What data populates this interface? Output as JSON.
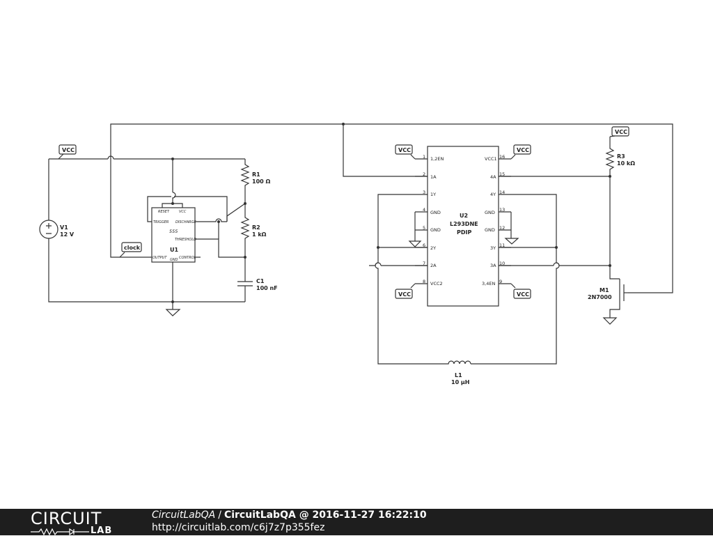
{
  "circuit": {
    "vcc_label": "VCC",
    "clock_label": "clock",
    "v1": {
      "name": "V1",
      "value": "12 V"
    },
    "r1": {
      "name": "R1",
      "value": "100 Ω"
    },
    "r2": {
      "name": "R2",
      "value": "1 kΩ"
    },
    "c1": {
      "name": "C1",
      "value": "100 nF"
    },
    "r3": {
      "name": "R3",
      "value": "10 kΩ"
    },
    "l1": {
      "name": "L1",
      "value": "10 µH"
    },
    "m1": {
      "name": "M1",
      "value": "2N7000"
    },
    "u1": {
      "name": "U1",
      "part": "555",
      "pins": {
        "reset": "RESET",
        "vcc": "VCC",
        "trigger": "TRIGGER",
        "discharge": "DISCHARGE",
        "threshold": "THRESHOLD",
        "output": "OUTPUT",
        "gnd": "GND",
        "control": "CONTROL"
      }
    },
    "u2": {
      "name": "U2",
      "part": "L293DNE",
      "package": "PDIP",
      "left_pins": [
        {
          "num": "1",
          "name": "1,2EN"
        },
        {
          "num": "2",
          "name": "1A"
        },
        {
          "num": "3",
          "name": "1Y"
        },
        {
          "num": "4",
          "name": "GND"
        },
        {
          "num": "5",
          "name": "GND"
        },
        {
          "num": "6",
          "name": "2Y"
        },
        {
          "num": "7",
          "name": "2A"
        },
        {
          "num": "8",
          "name": "VCC2"
        }
      ],
      "right_pins": [
        {
          "num": "16",
          "name": "VCC1"
        },
        {
          "num": "15",
          "name": "4A"
        },
        {
          "num": "14",
          "name": "4Y"
        },
        {
          "num": "13",
          "name": "GND"
        },
        {
          "num": "12",
          "name": "GND"
        },
        {
          "num": "11",
          "name": "3Y"
        },
        {
          "num": "10",
          "name": "3A"
        },
        {
          "num": "9",
          "name": "3,4EN"
        }
      ]
    }
  },
  "footer": {
    "logo_top": "CIRCUIT",
    "logo_bottom": "LAB",
    "user": "CircuitLabQA",
    "separator": "/",
    "title": "CircuitLabQA @ 2016-11-27 16:22:10",
    "url": "http://circuitlab.com/c6j7z7p355fez"
  }
}
